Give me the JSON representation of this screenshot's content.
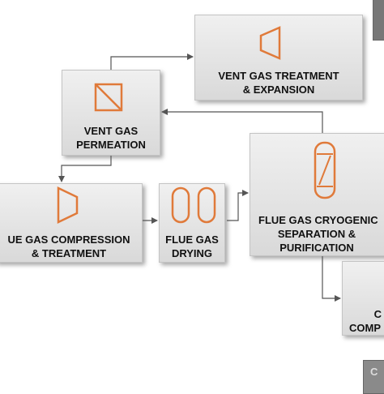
{
  "colors": {
    "icon": "#e07a3a",
    "arrow": "#555555",
    "box_border": "#c4c4c4"
  },
  "boxes": {
    "vent_treatment": {
      "line1": "VENT GAS TREATMENT",
      "line2": "& EXPANSION",
      "icon": "expander-icon"
    },
    "vent_permeation": {
      "line1": "VENT GAS",
      "line2": "PERMEATION",
      "icon": "membrane-icon"
    },
    "flue_compression": {
      "line1": "UE GAS COMPRESSION",
      "line2": "& TREATMENT",
      "icon": "compressor-icon"
    },
    "flue_drying": {
      "line1": "FLUE GAS",
      "line2": "DRYING",
      "icon": "dryer-vessels-icon"
    },
    "cryogenic": {
      "line1": "FLUE GAS CRYOGENIC",
      "line2": "SEPARATION &",
      "line3": "PURIFICATION",
      "icon": "column-icon"
    },
    "co2_compression": {
      "line1": "C",
      "line2": "COMP"
    }
  },
  "corner_box_label": "C"
}
